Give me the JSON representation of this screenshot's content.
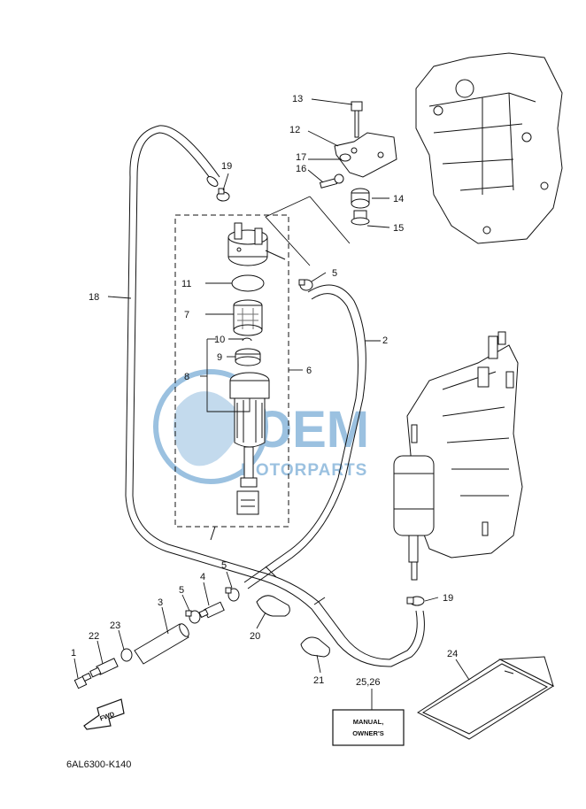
{
  "callouts": {
    "c1": "1",
    "c2": "2",
    "c3": "3",
    "c4": "4",
    "c5a": "5",
    "c5b": "5",
    "c5c": "5",
    "c6": "6",
    "c7": "7",
    "c8": "8",
    "c9": "9",
    "c10": "10",
    "c11": "11",
    "c12": "12",
    "c13": "13",
    "c14": "14",
    "c15": "15",
    "c16": "16",
    "c17": "17",
    "c18": "18",
    "c19a": "19",
    "c19b": "19",
    "c20": "20",
    "c21": "21",
    "c22": "22",
    "c23": "23",
    "c24": "24",
    "c25_26": "25,26"
  },
  "manual_box": {
    "line1": "MANUAL,",
    "line2": "OWNER'S"
  },
  "fwd_arrow": {
    "label": "FWD"
  },
  "diagram_code": "6AL6300-K140",
  "watermark": {
    "word1": "OEM",
    "word2": "MOTORPARTS",
    "color": "#4a90c8"
  },
  "colors": {
    "line": "#111111",
    "watermark": "#4a90c8"
  }
}
